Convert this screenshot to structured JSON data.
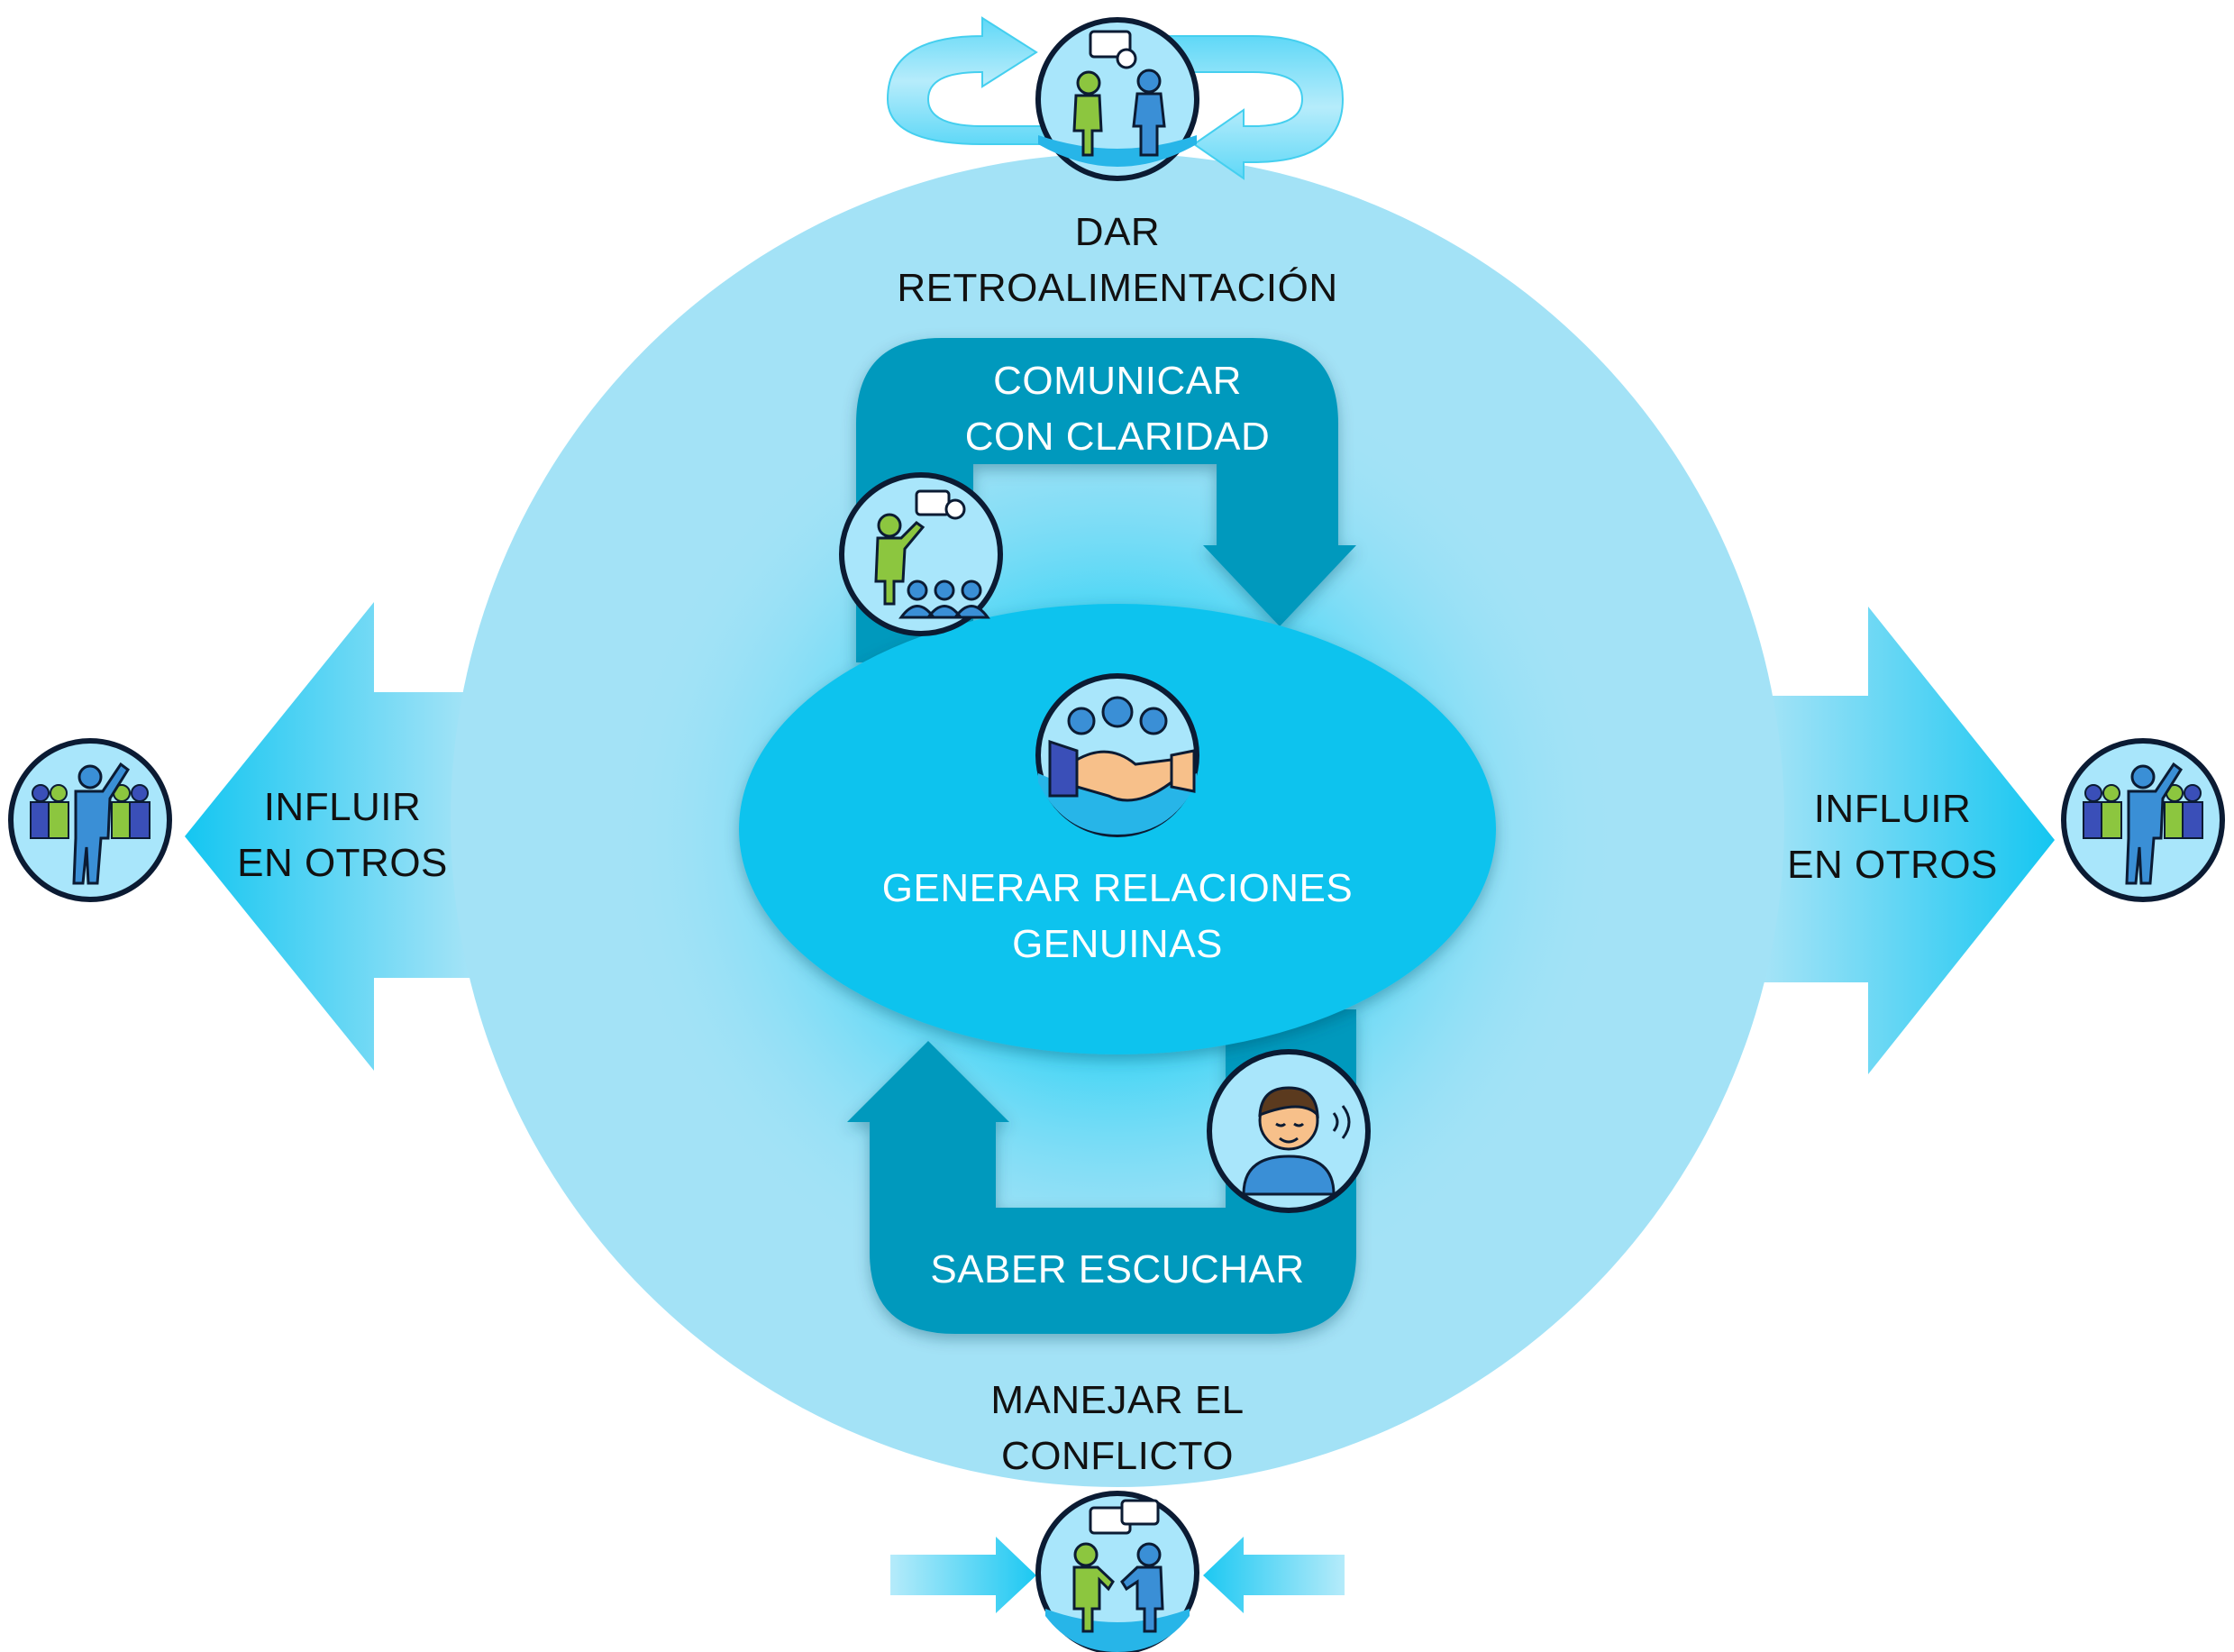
{
  "colors": {
    "outer_circle": "#a3e2f6",
    "inner_glow": "#1ccdf3",
    "dark_arrow": "#0399bd",
    "center_ellipse": "#0ec3ee",
    "icon_ring": "#0b1b33",
    "icon_fill": "#a9e6fb",
    "label_dark": "#111111",
    "label_light": "#ffffff"
  },
  "top": {
    "line1": "DAR",
    "line2": "RETROALIMENTACIÓN",
    "icon": "feedback-conversation-icon"
  },
  "upper_loop": {
    "line1": "COMUNICAR",
    "line2": "CON CLARIDAD",
    "icon": "presenter-audience-icon"
  },
  "center": {
    "line1": "GENERAR RELACIONES",
    "line2": "GENUINAS",
    "icon": "handshake-group-icon"
  },
  "lower_loop": {
    "line1": "SABER ESCUCHAR",
    "icon": "listening-person-icon"
  },
  "bottom": {
    "line1": "MANEJAR EL",
    "line2": "CONFLICTO",
    "icon": "two-people-dialogue-icon"
  },
  "left": {
    "line1": "INFLUIR",
    "line2": "EN OTROS",
    "icon": "leader-group-icon"
  },
  "right": {
    "line1": "INFLUIR",
    "line2": "EN OTROS",
    "icon": "leader-group-icon"
  }
}
